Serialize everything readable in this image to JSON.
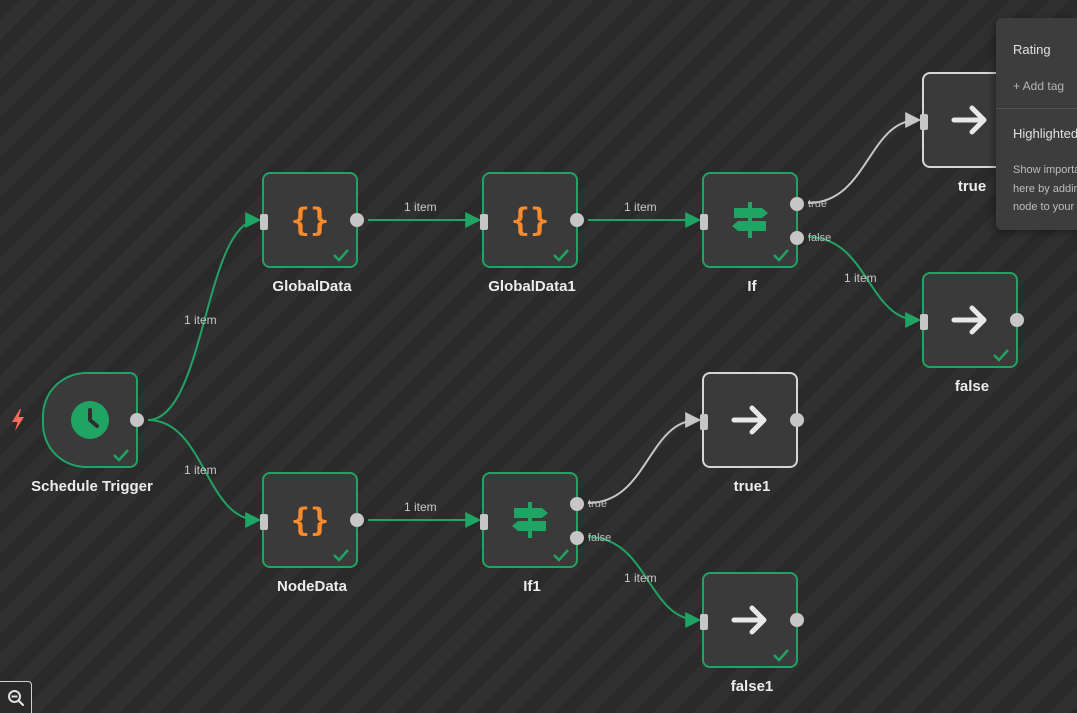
{
  "canvas": {
    "nodes": [
      {
        "id": "schedule",
        "title": "Schedule Trigger",
        "icon": "clock-icon",
        "kind": "trigger"
      },
      {
        "id": "globaldata",
        "title": "GlobalData",
        "icon": "braces-icon",
        "kind": "code"
      },
      {
        "id": "globaldata1",
        "title": "GlobalData1",
        "icon": "braces-icon",
        "kind": "code"
      },
      {
        "id": "if",
        "title": "If",
        "icon": "signpost-icon",
        "kind": "if",
        "true_label": "true",
        "false_label": "false"
      },
      {
        "id": "true",
        "title": "true",
        "icon": "arrow-right-icon",
        "kind": "noop"
      },
      {
        "id": "false",
        "title": "false",
        "icon": "arrow-right-icon",
        "kind": "noop"
      },
      {
        "id": "nodedata",
        "title": "NodeData",
        "icon": "braces-icon",
        "kind": "code"
      },
      {
        "id": "if1",
        "title": "If1",
        "icon": "signpost-icon",
        "kind": "if",
        "true_label": "true",
        "false_label": "false"
      },
      {
        "id": "true1",
        "title": "true1",
        "icon": "arrow-right-icon",
        "kind": "noop"
      },
      {
        "id": "false1",
        "title": "false1",
        "icon": "arrow-right-icon",
        "kind": "noop"
      }
    ],
    "edge_labels": {
      "sched_global": "1 item",
      "sched_node": "1 item",
      "global_global1": "1 item",
      "global1_if": "1 item",
      "if_false": "1 item",
      "node_if1": "1 item",
      "if1_false1": "1 item"
    }
  },
  "side_panel": {
    "rating": "Rating",
    "add_tag": "+ Add tag",
    "highlight_title": "Highlighted data",
    "highlight_desc": [
      "Show important data",
      "here by adding the Execution Data",
      "node to your workflow"
    ]
  },
  "colors": {
    "success": "#20a464",
    "code_icon": "#ff8a2b",
    "trigger_bolt": "#ff6b5b",
    "edge_active": "#20a464",
    "edge_idle": "#c6c6c6"
  }
}
